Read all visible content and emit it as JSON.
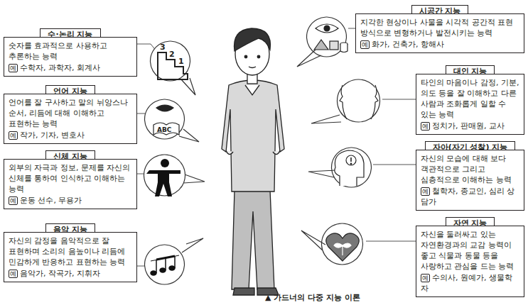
{
  "diagram": {
    "caption": "▲ 가드너의 다중 지능 이론",
    "nodes": [
      {
        "text": [
          "수·논리 지능",
          "숫자를 효과적으로 사용하고 추론하는 능력",
          "예",
          "수학자, 과학자, 회계사"
        ]
      },
      {
        "text": [
          "언어 지능",
          "언어를 잘 구사하고 말의 뉘앙스나 순서, 리듬에 대해 이해하고 표현하는 능력",
          "예",
          "작가, 기자, 변호사"
        ]
      },
      {
        "text": [
          "신체 지능",
          "외부의 자극과 정보, 문제를 자신의 신체를 통하여 인식하고 이해하는 능력",
          "예",
          "운동 선수, 무용가"
        ]
      },
      {
        "text": [
          "음악 지능",
          "자신의 감정을 음악적으로 잘 표현하며 소리의 음높이나 리듬에 민감하게 반응하고 표현하는 능력",
          "예",
          "음악가, 작곡가, 지휘자"
        ]
      },
      {
        "text": [
          "시공간 지능",
          "지각한 현상이나 사물을 시각적 공간적 표현 방식으로 변형하거나 발전시키는 능력",
          "예",
          "화가, 건축가, 항해사"
        ]
      },
      {
        "text": [
          "대인 지능",
          "타인의 마음이나 감정, 기분, 의도 등을 잘 이해하고 다른 사람과 조화롭게 일할 수 있는 능력",
          "예",
          "정치가, 판매원, 교사"
        ]
      },
      {
        "text": [
          "자아(자기 성찰) 지능",
          "자신의 모습에 대해 보다 객관적으로 그리고 심층적으로 이해하는 능력",
          "예",
          "철학자, 종교인, 심리 상담가"
        ]
      },
      {
        "text": [
          "자연 지능",
          "자신을 둘러싸고 있는 자연환경과의 교감 능력이 좋고 식물과 동물 등을 사랑하고 관심을 드는 능력",
          "예",
          "수의사, 원예가, 생물학자"
        ]
      }
    ],
    "labels": [
      "3",
      "2",
      "1",
      "ABC"
    ]
  }
}
